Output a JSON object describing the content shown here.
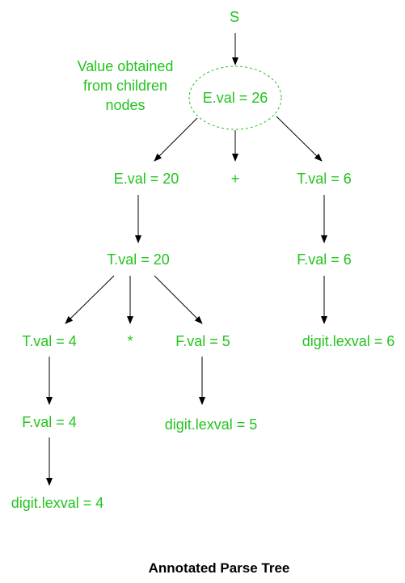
{
  "diagram": {
    "caption": "Annotated Parse Tree",
    "annotation_lines": [
      "Value obtained",
      "from children",
      "nodes"
    ],
    "colors": {
      "node_text": "#22c41e",
      "edge": "#000000",
      "caption": "#000000",
      "highlight_border": "#22c41e"
    },
    "nodes": [
      {
        "id": "s",
        "label": "S"
      },
      {
        "id": "e26",
        "label": "E.val = 26",
        "highlighted": true
      },
      {
        "id": "e20",
        "label": "E.val = 20"
      },
      {
        "id": "plus",
        "label": "+"
      },
      {
        "id": "t6",
        "label": "T.val = 6"
      },
      {
        "id": "t20",
        "label": "T.val = 20"
      },
      {
        "id": "f6",
        "label": "F.val = 6"
      },
      {
        "id": "t4",
        "label": "T.val = 4"
      },
      {
        "id": "star",
        "label": "*"
      },
      {
        "id": "f5",
        "label": "F.val = 5"
      },
      {
        "id": "digit6",
        "label": "digit.lexval = 6"
      },
      {
        "id": "f4",
        "label": "F.val = 4"
      },
      {
        "id": "digit5",
        "label": "digit.lexval = 5"
      },
      {
        "id": "digit4",
        "label": "digit.lexval = 4"
      }
    ],
    "edges": [
      {
        "from": "s",
        "to": "e26"
      },
      {
        "from": "e26",
        "to": "e20"
      },
      {
        "from": "e26",
        "to": "plus"
      },
      {
        "from": "e26",
        "to": "t6"
      },
      {
        "from": "e20",
        "to": "t20"
      },
      {
        "from": "t6",
        "to": "f6"
      },
      {
        "from": "f6",
        "to": "digit6"
      },
      {
        "from": "t20",
        "to": "t4"
      },
      {
        "from": "t20",
        "to": "star"
      },
      {
        "from": "t20",
        "to": "f5"
      },
      {
        "from": "t4",
        "to": "f4"
      },
      {
        "from": "f4",
        "to": "digit4"
      },
      {
        "from": "f5",
        "to": "digit5"
      }
    ]
  }
}
